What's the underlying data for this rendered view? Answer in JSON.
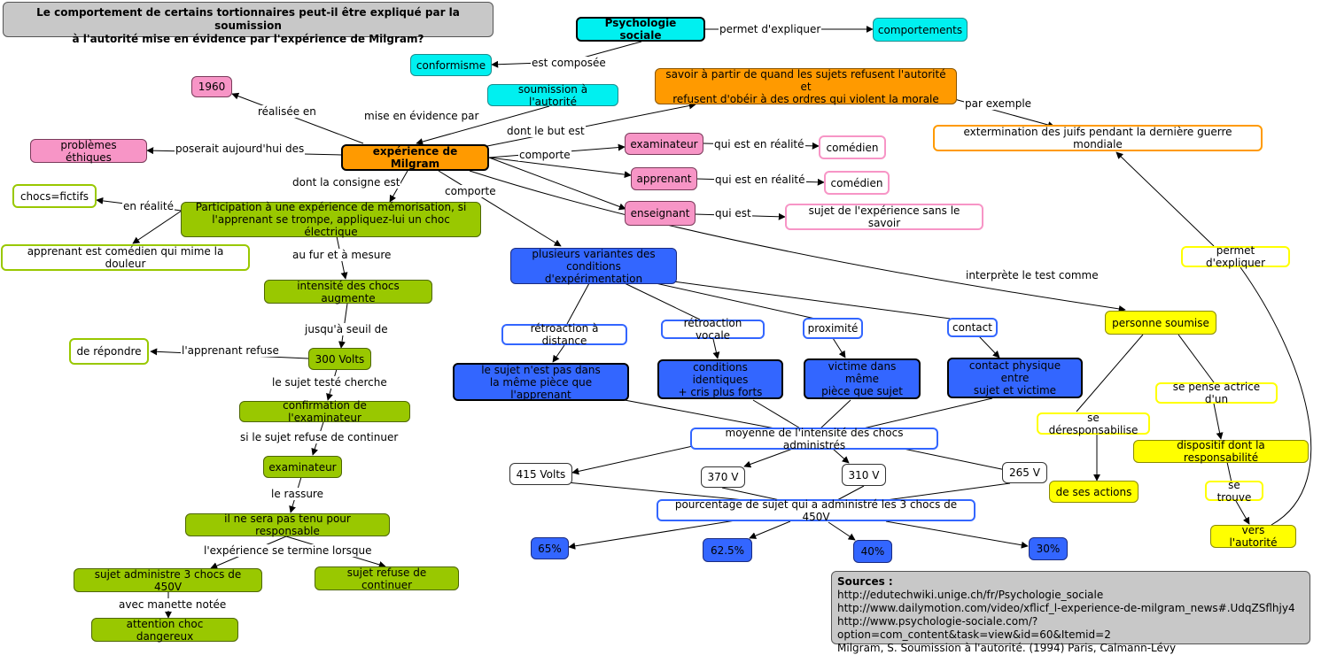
{
  "title": "Le comportement de certains tortionnaires peut-il être expliqué par la soumission\nà l'autorité mise en évidence par l'expérience de Milgram?",
  "nodes": {
    "psychologie_sociale": "Psychologie sociale",
    "comportements": "comportements",
    "conformisme": "conformisme",
    "soumission": "soumission à l'autorité",
    "annee": "1960",
    "problemes": "problèmes éthiques",
    "milgram": "expérience de Milgram",
    "but": "savoir à partir de quand les sujets refusent l'autorité et\nrefusent d'obéir à des ordres qui violent la morale",
    "extermination": "extermination des juifs pendant la dernière guerre mondiale",
    "examinateur1": "examinateur",
    "comedien1": "comédien",
    "apprenant": "apprenant",
    "comedien2": "comédien",
    "enseignant": "enseignant",
    "sujet_sans_savoir": "sujet de l'expérience sans le savoir",
    "chocs_fictifs": "chocs=fictifs",
    "consigne": "Participation à une expérience de mémorisation, si\nl'apprenant se trompe, appliquez-lui un choc électrique",
    "apprenant_comedien": "apprenant est comédien qui mime la douleur",
    "intensite": "intensité des chocs augmente",
    "volts300": "300 Volts",
    "repondre": "de répondre",
    "confirmation": "confirmation de l'examinateur",
    "examinateur2": "examinateur",
    "responsable": "il ne sera pas tenu pour responsable",
    "administre": "sujet administre 3 chocs de 450V",
    "refuse": "sujet refuse de continuer",
    "attention": "attention choc dangereux",
    "variantes": "plusieurs variantes des\nconditions d'expérimentation",
    "retro_distance": "rétroaction à distance",
    "retro_vocale": "rétroaction vocale",
    "proximite": "proximité",
    "contact": "contact",
    "distance_desc": "le sujet n'est pas dans\nla même pièce que l'apprenant",
    "vocale_desc": "conditions identiques\n+ cris plus forts",
    "proximite_desc": "victime dans même\npièce que sujet",
    "contact_desc": "contact physique entre\nsujet et victime",
    "moyenne": "moyenne de l'intensité des chocs administrés",
    "v415": "415 Volts",
    "v370": "370 V",
    "v310": "310 V",
    "v265": "265 V",
    "pourcentage": "pourcentage de sujet qui a administré les 3 chocs de 450V",
    "p65": "65%",
    "p625": "62.5%",
    "p40": "40%",
    "p30": "30%",
    "personne_soumise": "personne soumise",
    "permet2": "permet d'expliquer",
    "se_pense": "se pense actrice d'un",
    "se_deresp": "se déresponsabilise",
    "dispositif": "dispositif dont la responsabilité",
    "actions": "de ses actions",
    "se_trouve": "se trouve",
    "autorite": "vers l'autorité"
  },
  "labels": {
    "permet1": "permet d'expliquer",
    "est_composee": "est composée",
    "mise_en_evidence": "mise en évidence par",
    "realisee": "réalisée en",
    "poserait": "poserait aujourd'hui des",
    "dont_but": "dont le but est",
    "par_exemple": "par exemple",
    "comporte1": "comporte",
    "reel1": "qui est en réalité",
    "reel2": "qui est en réalité",
    "qui_est": "qui est",
    "consigne_est": "dont la consigne est",
    "comporte2": "comporte",
    "en_realite": "en réalité",
    "au_fur": "au fur et à mesure",
    "interprete": "interprète le test comme",
    "jusqua": "jusqu'à seuil de",
    "apprenant_refuse": "l'apprenant refuse",
    "cherche": "le sujet testé cherche",
    "si_refuse": "si le sujet refuse de continuer",
    "rassure": "le rassure",
    "termine": "l'expérience se termine lorsque",
    "manette": "avec manette notée"
  },
  "sources": {
    "heading": "Sources :",
    "lines": [
      "http://edutechwiki.unige.ch/fr/Psychologie_sociale",
      "http://www.dailymotion.com/video/xflicf_l-experience-de-milgram_news#.UdqZSflhjy4",
      "http://www.psychologie-sociale.com/?option=com_content&task=view&id=60&Itemid=2",
      "Milgram, S. Soumission à l'autorité. (1994) Paris, Calmann-Lévy"
    ]
  }
}
